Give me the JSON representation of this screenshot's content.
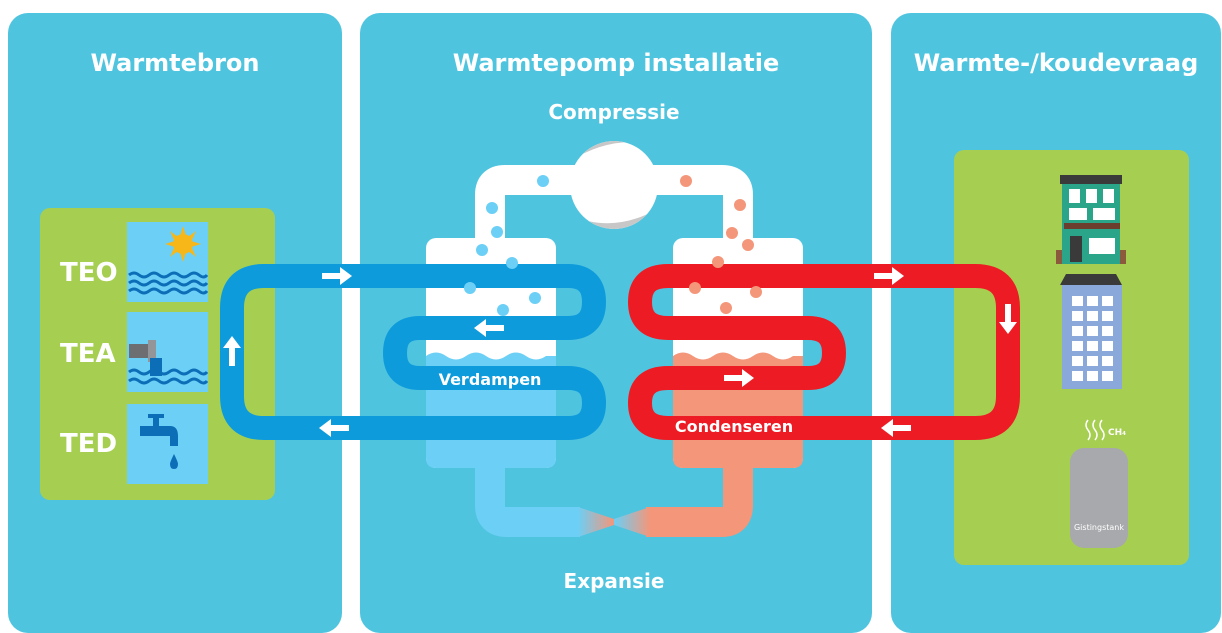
{
  "panels": {
    "source": {
      "title": "Warmtebron"
    },
    "installation": {
      "title": "Warmtepomp installatie"
    },
    "demand": {
      "title": "Warmte-/koudevraag"
    }
  },
  "source_types": [
    {
      "code": "TEO",
      "icon": "sun-water-icon"
    },
    {
      "code": "TEA",
      "icon": "drain-pipe-water-icon"
    },
    {
      "code": "TED",
      "icon": "tap-drop-icon"
    }
  ],
  "process": {
    "compression": "Compressie",
    "expansion": "Expansie",
    "evaporate": "Verdampen",
    "condense": "Condenseren"
  },
  "demand_items": {
    "houses_icon": "houses-icon",
    "office_icon": "office-building-icon",
    "gas_label": "CH₄",
    "tank_label": "Gistingstank"
  },
  "colors": {
    "panel": "#4fc4df",
    "green": "#a6cf52",
    "cold_loop": "#0d9bdc",
    "hot_loop": "#ed1c24",
    "cold_fluid": "#6ccff6",
    "hot_fluid": "#f4967a",
    "white": "#ffffff"
  }
}
